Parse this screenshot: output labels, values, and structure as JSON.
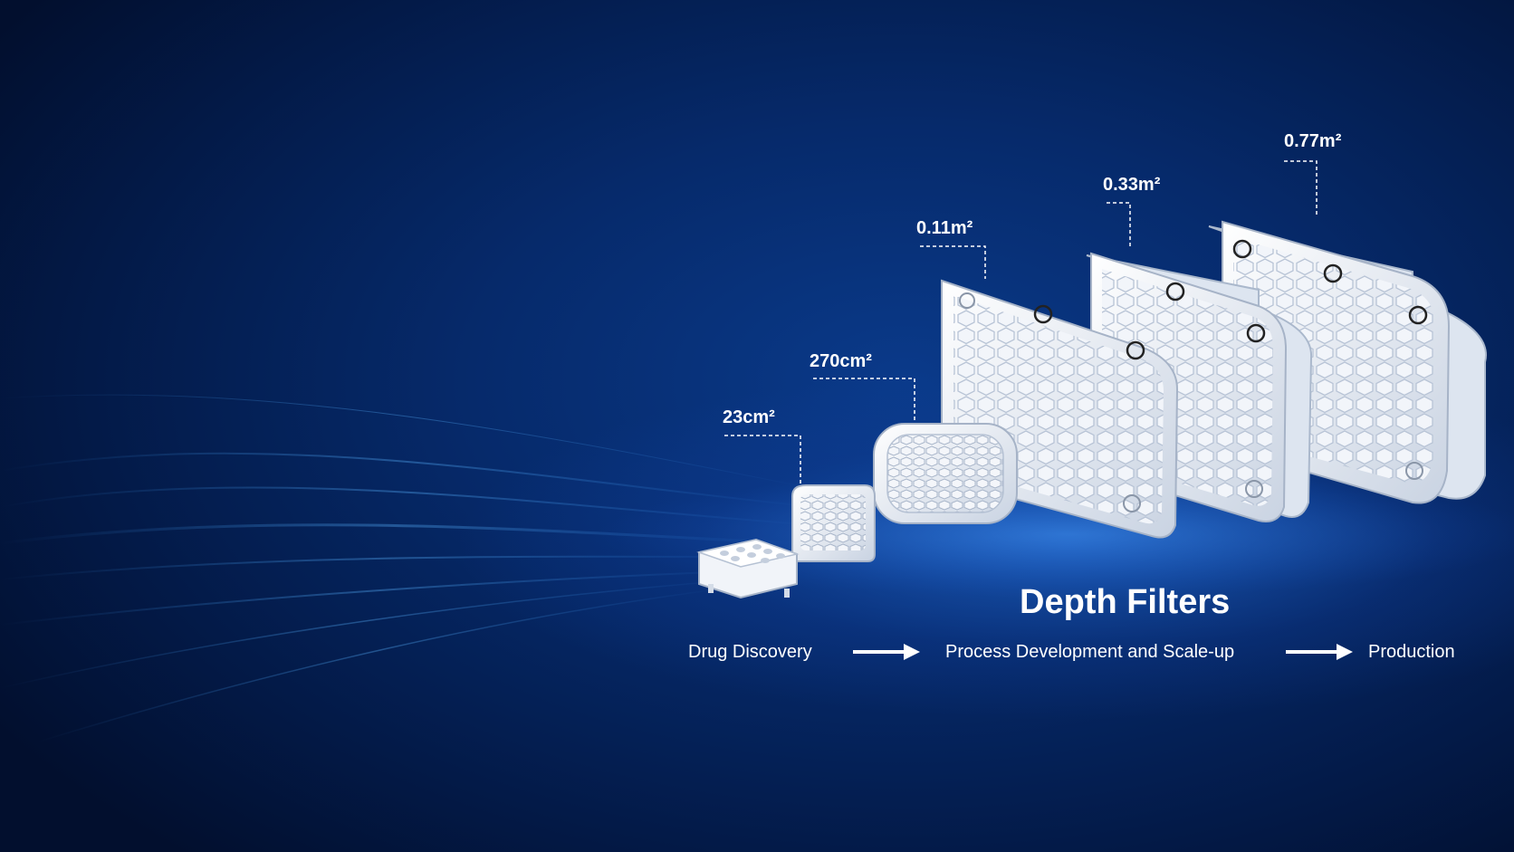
{
  "sizes": {
    "size_1": "23cm²",
    "size_2": "270cm²",
    "size_3": "0.11m²",
    "size_4": "0.33m²",
    "size_5": "0.77m²"
  },
  "title": "Depth Filters",
  "workflow": {
    "stage_1": "Drug Discovery",
    "stage_2": "Process Development and Scale-up",
    "stage_3": "Production"
  },
  "colors": {
    "background": "#031a48",
    "accent_glow": "#2878e6",
    "text": "#ffffff",
    "filter_body": "#e8eef6"
  },
  "icons": {
    "arrow": "arrow-right-icon"
  }
}
